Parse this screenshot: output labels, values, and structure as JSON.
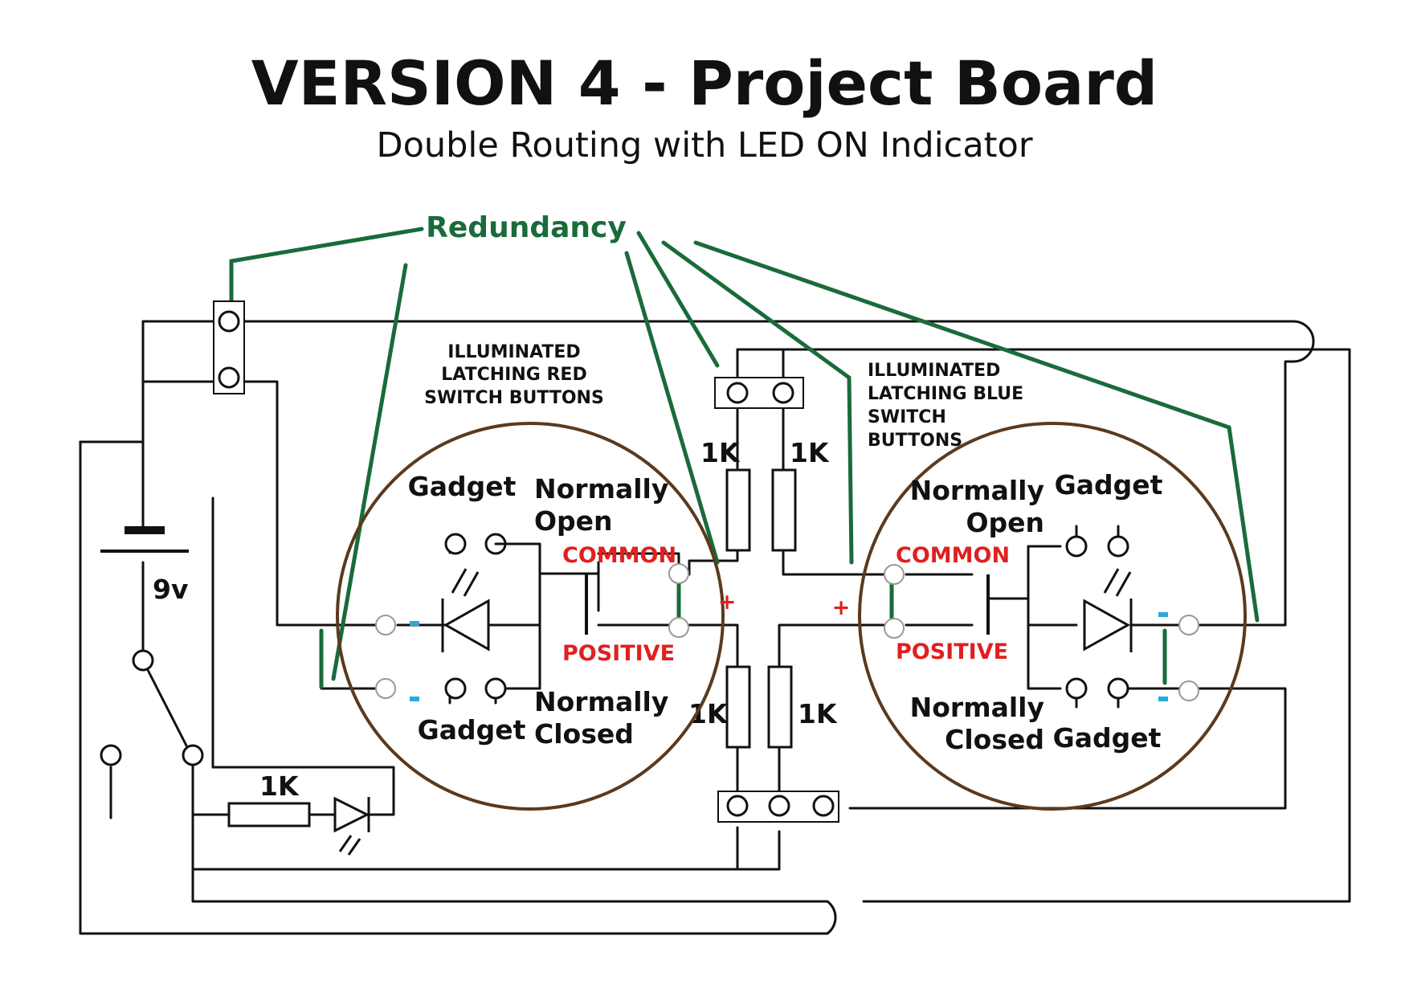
{
  "title": "VERSION 4 - Project Board",
  "subtitle": "Double Routing with LED ON Indicator",
  "redundancy_label": "Redundancy",
  "red_switch_label": [
    "ILLUMINATED",
    "LATCHING RED",
    "SWITCH BUTTONS"
  ],
  "blue_switch_label": [
    "ILLUMINATED",
    "LATCHING BLUE",
    "SWITCH",
    "BUTTONS"
  ],
  "battery_label": "9v",
  "resistor_label": "1K",
  "plus_sign": "+",
  "minus_sign": "-",
  "left_switch": {
    "gadget_top": "Gadget",
    "normally_open": [
      "Normally",
      "Open"
    ],
    "common": "COMMON",
    "positive": "POSITIVE",
    "gadget_bottom": "Gadget",
    "normally_closed": [
      "Normally",
      "Closed"
    ]
  },
  "right_switch": {
    "normally_open": [
      "Normally",
      "Open"
    ],
    "gadget_top": "Gadget",
    "common": "COMMON",
    "positive": "POSITIVE",
    "normally_closed": [
      "Normally",
      "Closed"
    ],
    "gadget_bottom": "Gadget"
  },
  "colors": {
    "wire": "#111111",
    "redundancy": "#1a6b3a",
    "switch_ring": "#5a3a1e",
    "terminal_label": "#e02020",
    "led_minus": "#29a8e0"
  }
}
